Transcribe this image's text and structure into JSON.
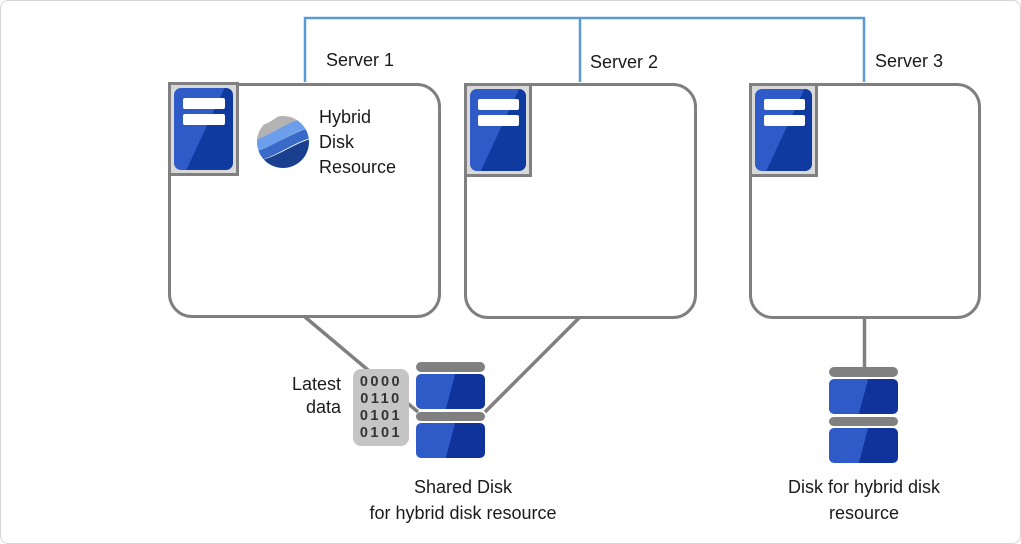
{
  "diagram": {
    "servers": [
      {
        "name": "Server 1"
      },
      {
        "name": "Server 2"
      },
      {
        "name": "Server 3"
      }
    ],
    "hybrid_disk_resource": {
      "lines": [
        "Hybrid",
        "Disk",
        "Resource"
      ]
    },
    "latest_data": {
      "lines": [
        "Latest",
        "data"
      ]
    },
    "binary_data": {
      "rows": [
        "0000",
        "0110",
        "0101",
        "0101"
      ]
    },
    "shared_disk": {
      "caption_lines": [
        "Shared Disk",
        "for hybrid disk resource"
      ]
    },
    "hybrid_disk": {
      "caption_lines": [
        "Disk for hybrid disk",
        "resource"
      ]
    },
    "colors": {
      "connector_blue": "#5B9BD5",
      "line_gray": "#808080",
      "box_border_gray": "#7F7F7F",
      "disk_blue_light": "#2E5BC8",
      "disk_blue_dark": "#0F3AA0",
      "icon_frame_gray": "#D9D9D9",
      "binary_bg_gray": "#C5C5C5"
    }
  }
}
